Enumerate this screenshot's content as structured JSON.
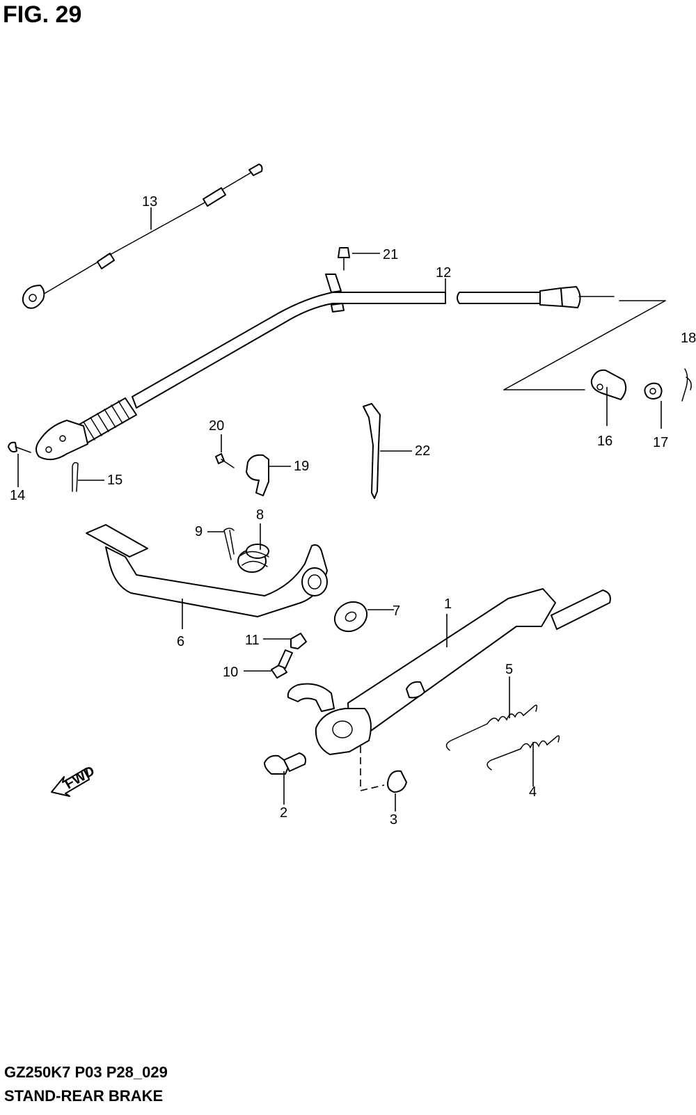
{
  "figure_title": "FIG. 29",
  "model_code": "GZ250K7 P03 P28_029",
  "section_title": "STAND-REAR BRAKE",
  "fwd_label": "FWD",
  "callouts": [
    "1",
    "2",
    "3",
    "4",
    "5",
    "6",
    "7",
    "8",
    "9",
    "10",
    "11",
    "12",
    "13",
    "14",
    "15",
    "16",
    "17",
    "18",
    "19",
    "20",
    "21",
    "22"
  ]
}
